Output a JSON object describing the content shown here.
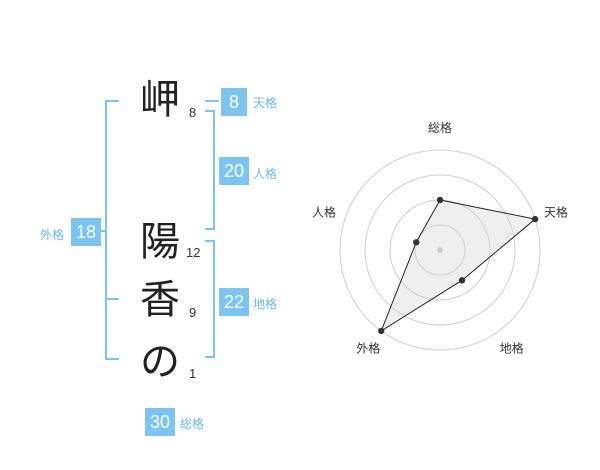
{
  "theme": {
    "accent": "#7cc4f2",
    "badge_bg": "#7cc4f2",
    "label_color": "#66b8ee"
  },
  "name": {
    "chars": [
      {
        "char": "岬",
        "strokes": "8"
      },
      {
        "char": "陽",
        "strokes": "12"
      },
      {
        "char": "香",
        "strokes": "9"
      },
      {
        "char": "の",
        "strokes": "1"
      }
    ]
  },
  "kakusu": {
    "tenkaku": {
      "value": "8",
      "label": "天格"
    },
    "jinkaku": {
      "value": "20",
      "label": "人格"
    },
    "chikaku": {
      "value": "22",
      "label": "地格"
    },
    "gaikaku": {
      "value": "18",
      "label": "外格"
    },
    "soukaku": {
      "value": "30",
      "label": "総格"
    }
  },
  "chart_data": {
    "type": "radar",
    "axes": [
      "総格",
      "天格",
      "地格",
      "外格",
      "人格"
    ],
    "rings": 4,
    "values": [
      2,
      4,
      1.5,
      4,
      1
    ]
  }
}
